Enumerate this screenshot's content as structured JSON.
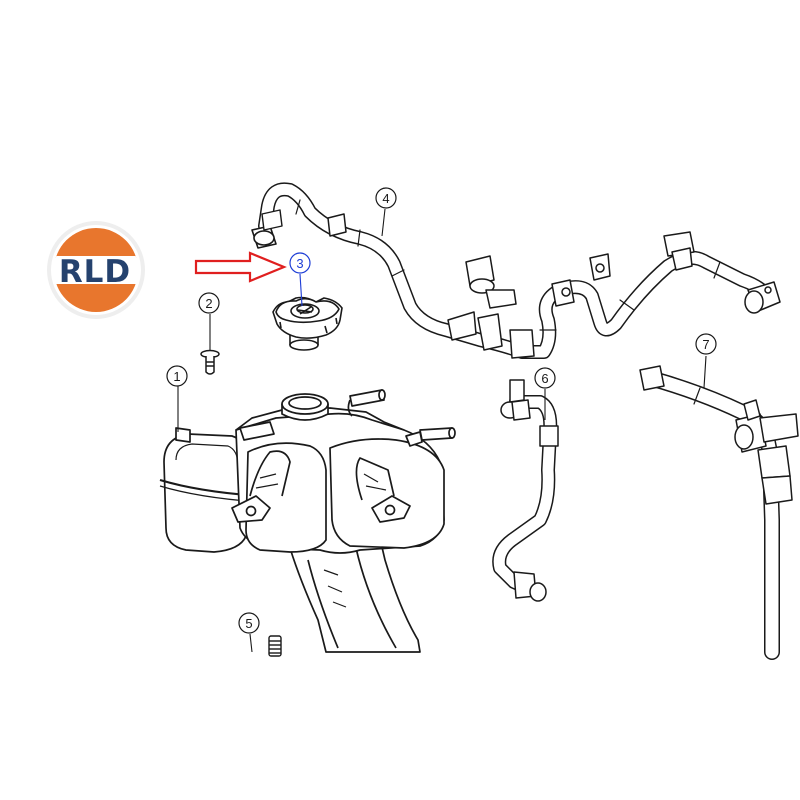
{
  "logo": {
    "text": "RLD",
    "colors": {
      "orange": "#e8762d",
      "navy": "#25426e",
      "white": "#ffffff",
      "ring": "#e5e5e5"
    }
  },
  "callouts": [
    {
      "id": "1",
      "label": "1"
    },
    {
      "id": "2",
      "label": "2"
    },
    {
      "id": "3",
      "label": "3",
      "highlight": true
    },
    {
      "id": "4",
      "label": "4"
    },
    {
      "id": "5",
      "label": "5"
    },
    {
      "id": "6",
      "label": "6"
    },
    {
      "id": "7",
      "label": "7"
    }
  ],
  "colors": {
    "line": "#1a1a1a",
    "highlight_callout": "#1f3fd6",
    "arrow": "#e01f1f"
  },
  "icons": {
    "pointer": "right-arrow-icon"
  }
}
